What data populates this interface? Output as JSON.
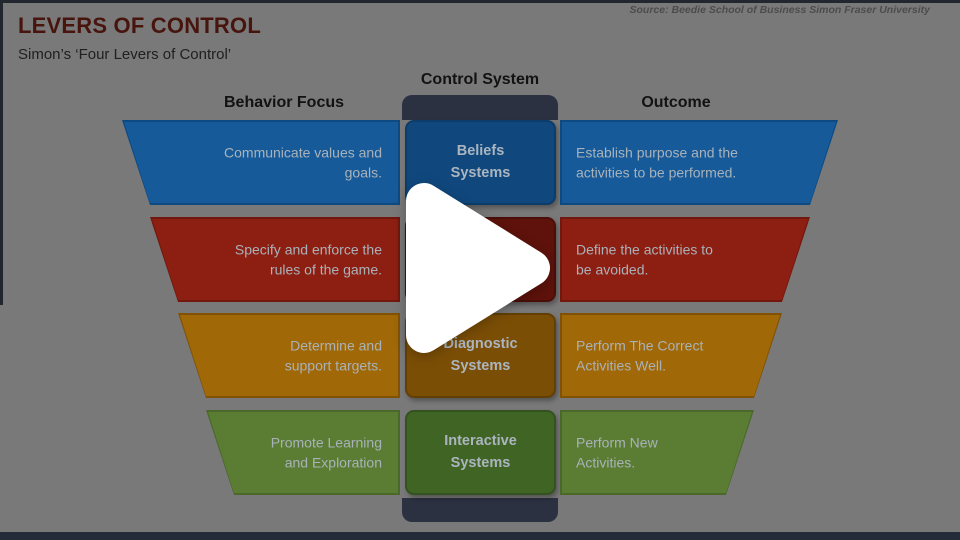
{
  "video": {
    "play_icon": "play-triangle",
    "controls_bar_color": "#242b39",
    "edge_color": "#22262e"
  },
  "slide": {
    "background_color": "#797979",
    "title": "LEVERS OF CONTROL",
    "subtitle": "Simon’s ‘Four Levers of Control’",
    "source": "Source: Beedie School of Business Simon Fraser University",
    "columns": {
      "behavior": "Behavior Focus",
      "control": "Control System",
      "outcome": "Outcome"
    },
    "connector_color": "#2b3140",
    "rows": [
      {
        "focus": "Communicate values and\ngoals.",
        "system": "Beliefs\nSystems",
        "outcome": "Establish purpose and the\nactivities to be performed.",
        "fill": "#165a9a",
        "rim": "#0e4a82",
        "center_fill": "#10487d",
        "center_rim": "#0c3c69"
      },
      {
        "focus": "Specify and enforce the\nrules of the game.",
        "system": "",
        "outcome": "Define the activities to\nbe avoided.",
        "fill": "#8d1e12",
        "rim": "#71170d",
        "center_fill": "#5e120b",
        "center_rim": "#4a0f08"
      },
      {
        "focus": "Determine and\nsupport targets.",
        "system": "Diagnostic\nSystems",
        "outcome": "Perform The Correct\nActivities Well.",
        "fill": "#a06807",
        "rim": "#815205",
        "center_fill": "#7b4e06",
        "center_rim": "#624004"
      },
      {
        "focus": "Promote Learning\nand Exploration",
        "system": "Interactive\nSystems",
        "outcome": "Perform New\nActivities.",
        "fill": "#5b7d33",
        "rim": "#4a6829",
        "center_fill": "#406423",
        "center_rim": "#335220"
      }
    ]
  }
}
